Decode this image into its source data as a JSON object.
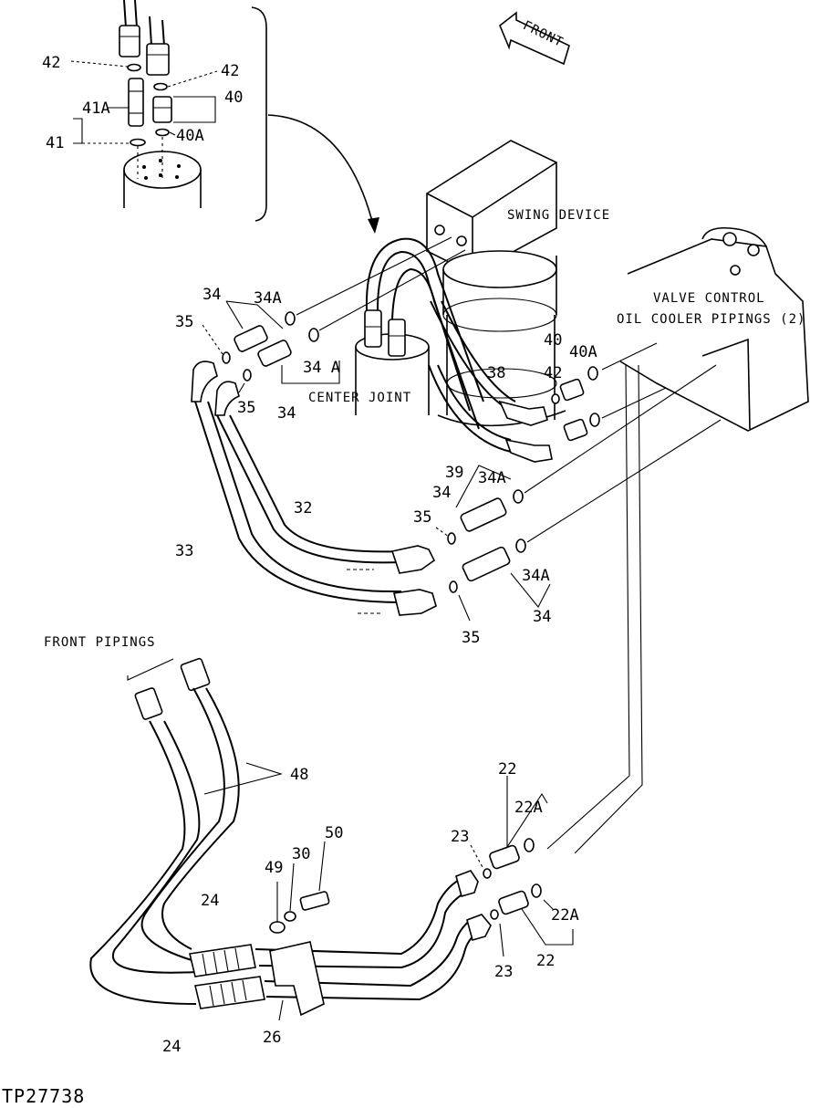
{
  "labels": {
    "front_arrow": "FRONT",
    "swing_device": "SWING DEVICE",
    "valve_control": "VALVE CONTROL",
    "oil_cooler": "OIL COOLER PIPINGS (2)",
    "center_joint": "CENTER JOINT",
    "front_pipings": "FRONT PIPINGS",
    "figure_ref": "TP27738"
  },
  "callouts": {
    "c42a": "42",
    "c42b": "42",
    "c41a": "41A",
    "c41": "41",
    "c40": "40",
    "c40a": "40A",
    "c34a": "34",
    "c34Aa": "34A",
    "c35a": "35",
    "c34Ab": "34 A",
    "c35b": "35",
    "c34b": "34",
    "c40b": "40",
    "c40Ab": "40A",
    "c38": "38",
    "c42c": "42",
    "c39": "39",
    "c34c": "34",
    "c34Ac": "34A",
    "c35c": "35",
    "c32": "32",
    "c33": "33",
    "c34Ad": "34A",
    "c34d": "34",
    "c35d": "35",
    "c48": "48",
    "c22a": "22",
    "c22Aa": "22A",
    "c23a": "23",
    "c50": "50",
    "c49": "49",
    "c30": "30",
    "c24a": "24",
    "c23b": "23",
    "c22Ab": "22A",
    "c22b": "22",
    "c24b": "24",
    "c26": "26"
  }
}
